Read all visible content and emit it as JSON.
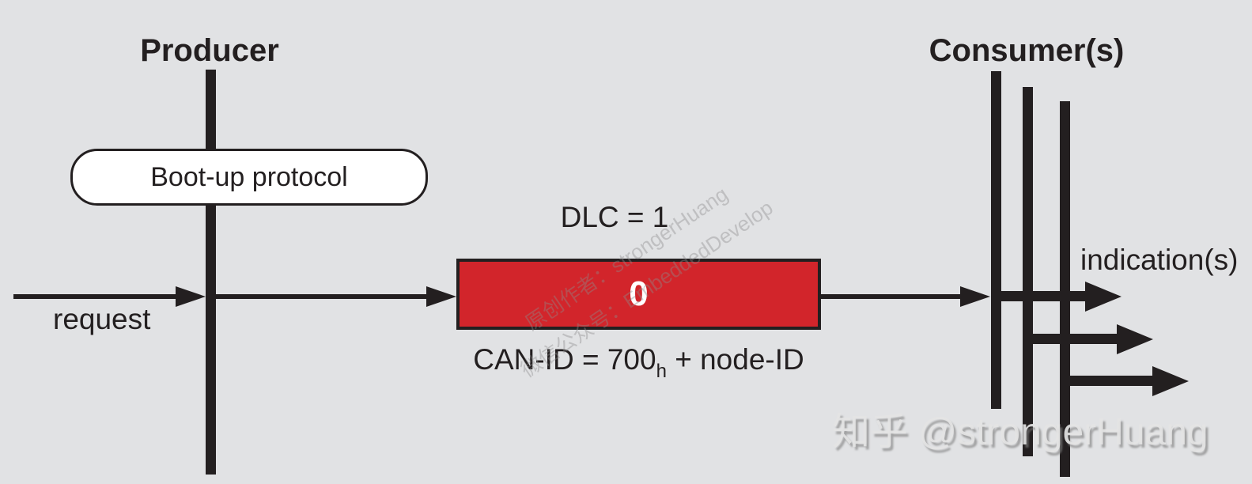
{
  "producer": {
    "label": "Producer"
  },
  "consumers": {
    "label": "Consumer(s)"
  },
  "bootup": {
    "label": "Boot-up protocol"
  },
  "message": {
    "request_label": "request",
    "dlc_label": "DLC = 1",
    "frame_value": "0",
    "can_id_prefix": "CAN-ID = 700",
    "can_id_subscript": "h",
    "can_id_suffix": " + node-ID",
    "indication_label": "indication(s)"
  },
  "colors": {
    "background": "#e1e2e4",
    "line": "#231f20",
    "frame_fill": "#d2252b",
    "frame_text": "#ffffff",
    "pill_fill": "#ffffff"
  },
  "watermarks": {
    "diagonal_line1": "原创作者：strongerHuang",
    "diagonal_line2": "微信公众号：EmbeddedDevelop",
    "zhihu": "知乎 @strongerHuang"
  }
}
